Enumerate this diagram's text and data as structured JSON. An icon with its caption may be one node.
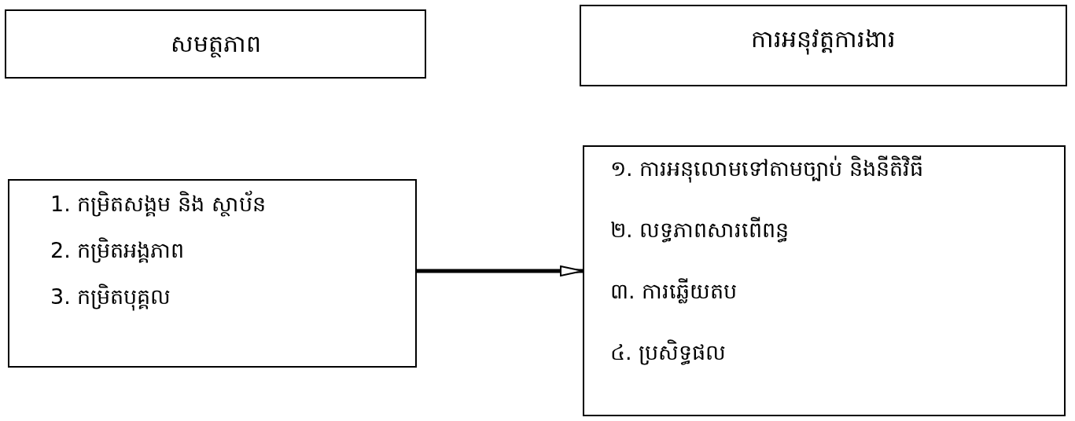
{
  "diagram": {
    "nodes": [
      {
        "text": [
          "សមត្ថភាព"
        ]
      },
      {
        "text": [
          "ការអនុវត្តការងារ"
        ]
      },
      {
        "text": [
          "1. កម្រិតសង្គម និង ស្ថាប័ន",
          "2. កម្រិតអង្គភាព",
          "3. កម្រិតបុគ្គល"
        ]
      },
      {
        "text": [
          "១. ការអនុលោមទៅតាមច្បាប់ និងនីតិវិធី",
          "២. លទ្ធភាពសារពើពន្ធ",
          "៣. ការឆ្លើយតប",
          "៤. ប្រសិទ្ធផល"
        ]
      }
    ],
    "edges": [
      {
        "from": 2,
        "to": 3,
        "arrow": "to"
      }
    ]
  }
}
